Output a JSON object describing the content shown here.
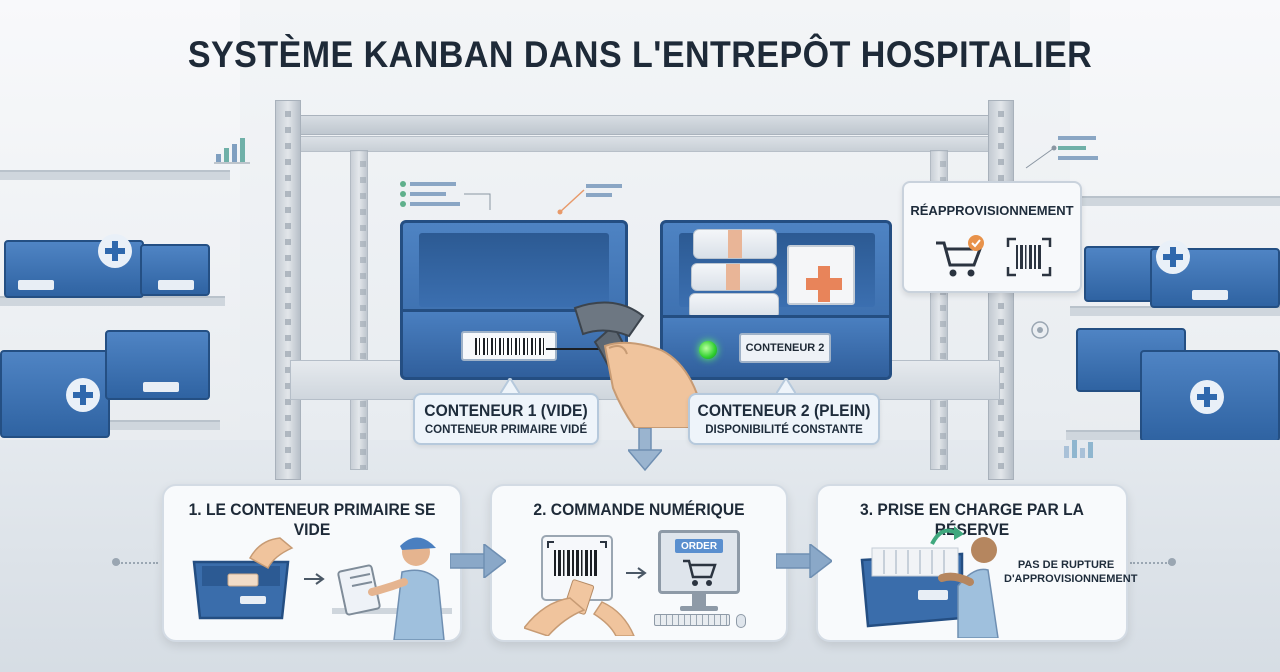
{
  "title": "SYSTÈME KANBAN DANS L'ENTREPÔT HOSPITALIER",
  "reappro": {
    "label": "RÉAPPROVISIONNEMENT",
    "cart_icon": "cart-check-icon",
    "scan_icon": "barcode-scan-icon"
  },
  "bins": {
    "container2_label": "CONTENEUR 2"
  },
  "callouts": {
    "c1": {
      "title": "CONTENEUR 1 (VIDE)",
      "subtitle": "CONTENEUR PRIMAIRE VIDÉ"
    },
    "c2": {
      "title": "CONTENEUR 2 (PLEIN)",
      "subtitle": "DISPONIBILITÉ CONSTANTE"
    }
  },
  "steps": [
    {
      "title": "1. LE CONTENEUR PRIMAIRE SE VIDE"
    },
    {
      "title": "2. COMMANDE NUMÉRIQUE",
      "order_label": "ORDER"
    },
    {
      "title": "3. PRISE EN CHARGE PAR LA RÉSERVE",
      "note": "PAS DE RUPTURE D'APPROVISIONNEMENT"
    }
  ],
  "colors": {
    "bin_blue": "#3466a5",
    "accent": "#7f9fc0",
    "led_green": "#2fd02f",
    "check_orange": "#e8924a"
  }
}
